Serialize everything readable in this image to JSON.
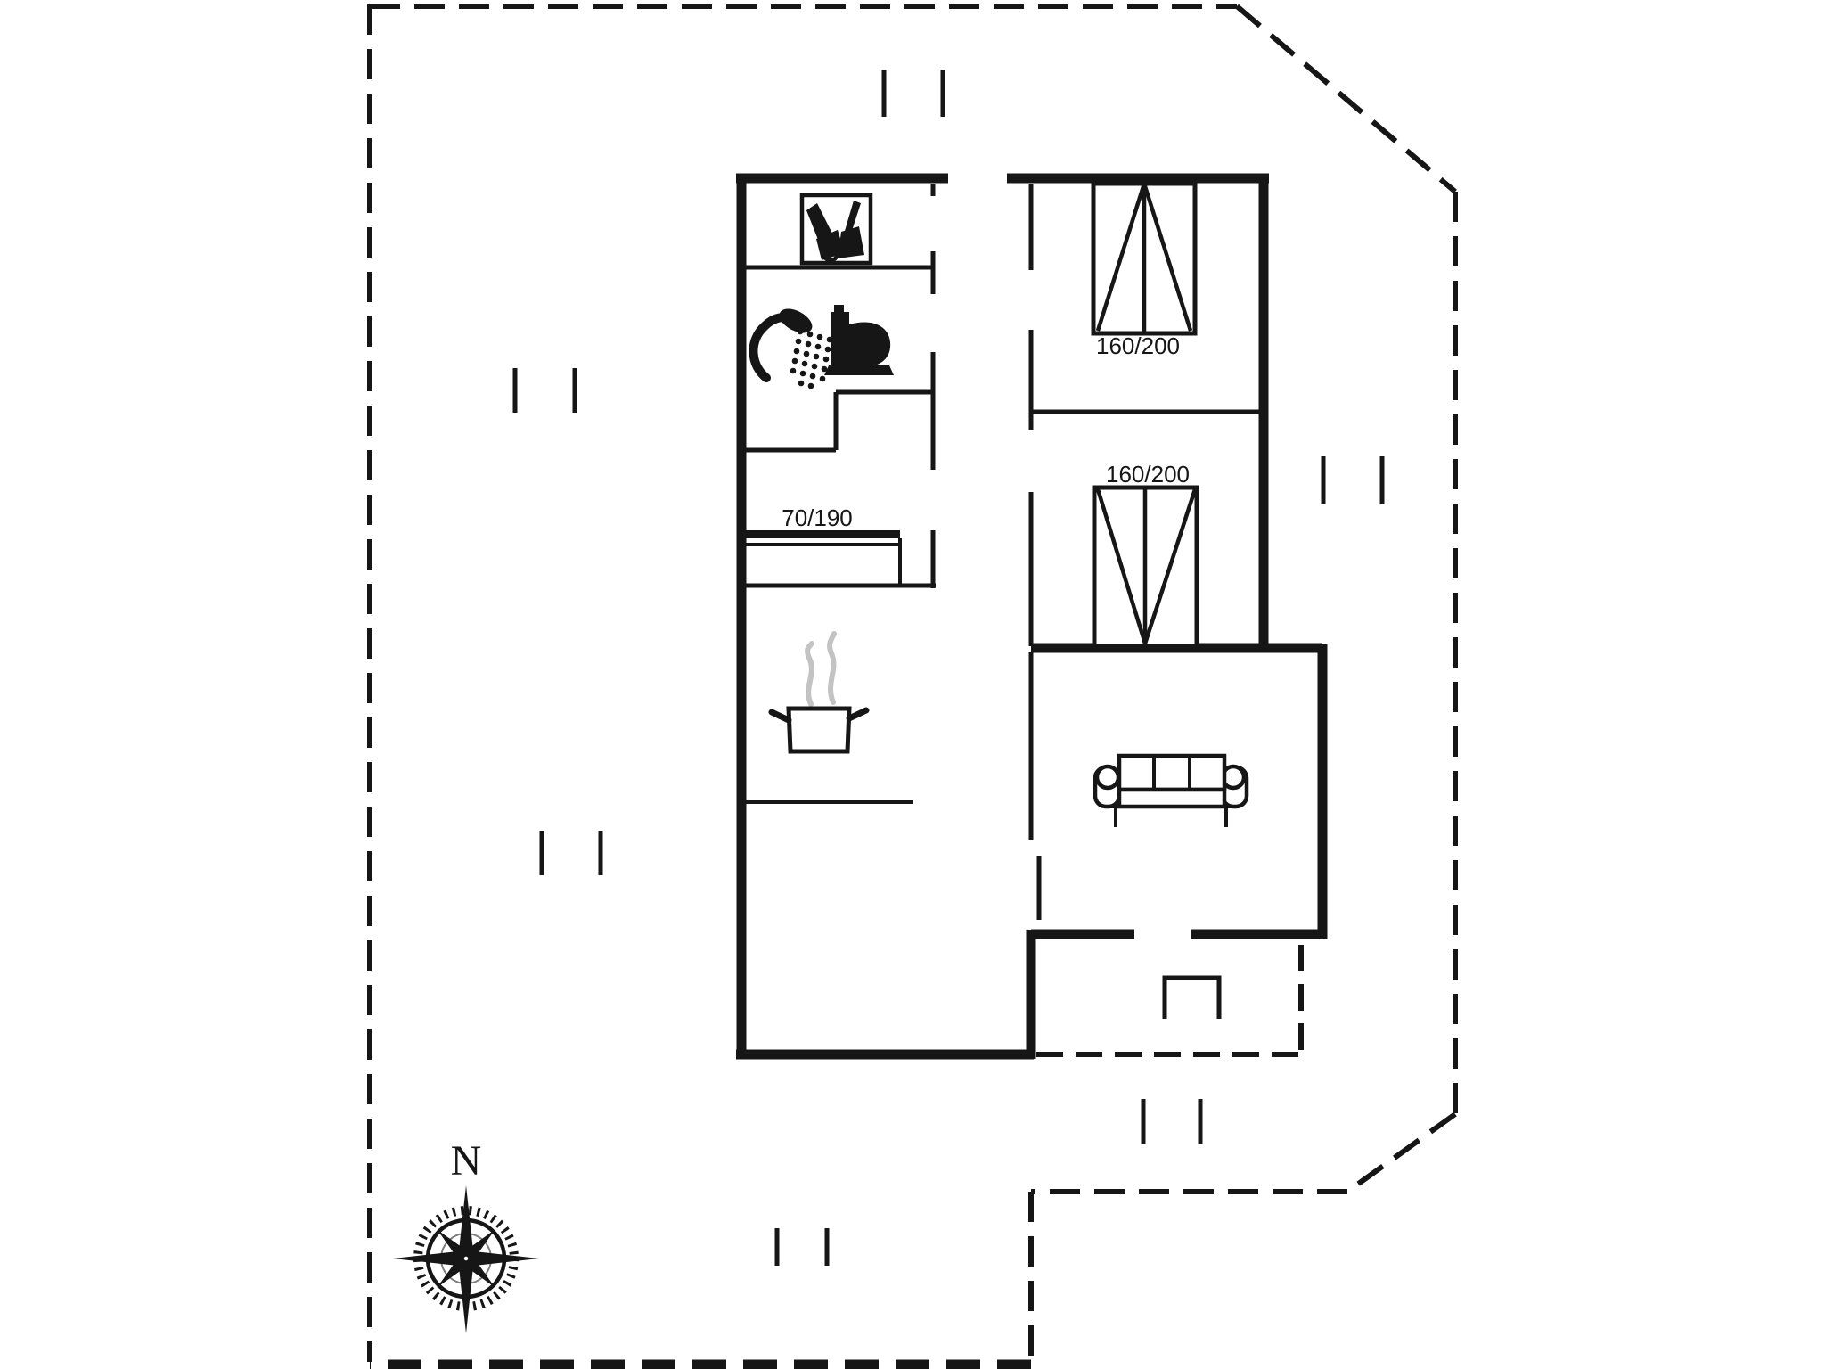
{
  "colors": {
    "line": "#161616",
    "steam": "#c3c3c3",
    "bg": "#ffffff"
  },
  "labels": {
    "bed_double_top": "160/200",
    "bed_double_middle": "160/200",
    "bed_single": "70/190",
    "compass_north": "N"
  },
  "icons": [
    "cleaning-equipment-icon",
    "shower-icon",
    "toilet-icon",
    "cooking-pot-icon",
    "sofa-icon",
    "compass-rose-icon",
    "window-mark-icon"
  ]
}
